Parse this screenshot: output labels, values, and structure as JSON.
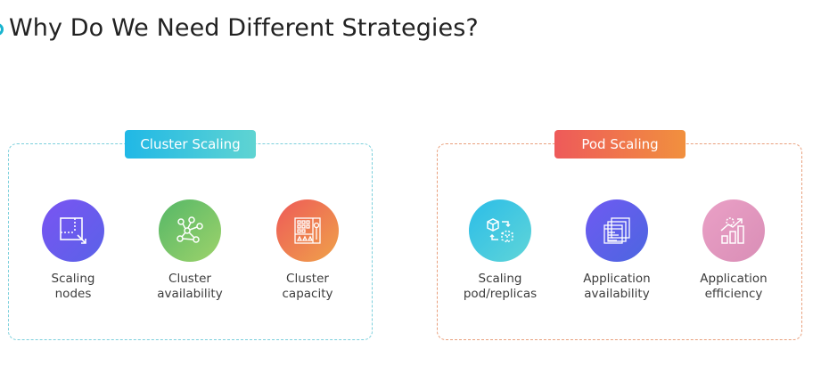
{
  "title": "Why Do We Need Different Strategies?",
  "groups": [
    {
      "label": "Cluster Scaling",
      "items": [
        {
          "line1": "Scaling",
          "line2": "nodes",
          "icon": "scaling-nodes-icon"
        },
        {
          "line1": "Cluster",
          "line2": "availability",
          "icon": "cluster-network-icon"
        },
        {
          "line1": "Cluster",
          "line2": "capacity",
          "icon": "capacity-rack-icon"
        }
      ]
    },
    {
      "label": "Pod Scaling",
      "items": [
        {
          "line1": "Scaling",
          "line2": "pod/replicas",
          "icon": "cube-replicate-icon"
        },
        {
          "line1": "Application",
          "line2": "availability",
          "icon": "stacked-windows-icon"
        },
        {
          "line1": "Application",
          "line2": "efficiency",
          "icon": "growth-chart-icon"
        }
      ]
    }
  ],
  "colors": {
    "cluster_accent": "#20b8e6",
    "pod_accent": "#ee5a5a"
  }
}
